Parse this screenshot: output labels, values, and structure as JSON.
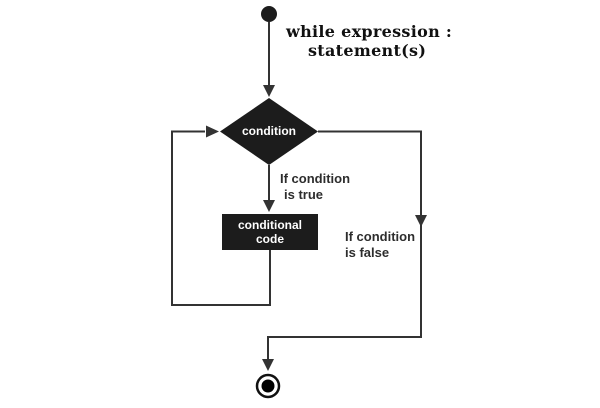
{
  "flowchart": {
    "code_snippet": {
      "line1": "while expression :",
      "line2": "statement(s)"
    },
    "condition_node": {
      "label": "condition"
    },
    "conditional_code_node": {
      "line1": "conditional",
      "line2": "code"
    },
    "true_branch_label": {
      "line1": "If condition",
      "line2": "is true"
    },
    "false_branch_label": {
      "line1": "If condition",
      "line2": "is false"
    },
    "colors": {
      "shape_fill": "#1c1c1c",
      "shape_text": "#ffffff",
      "line": "#333333",
      "label_text": "#2d2d2d",
      "background": "#ffffff"
    }
  }
}
